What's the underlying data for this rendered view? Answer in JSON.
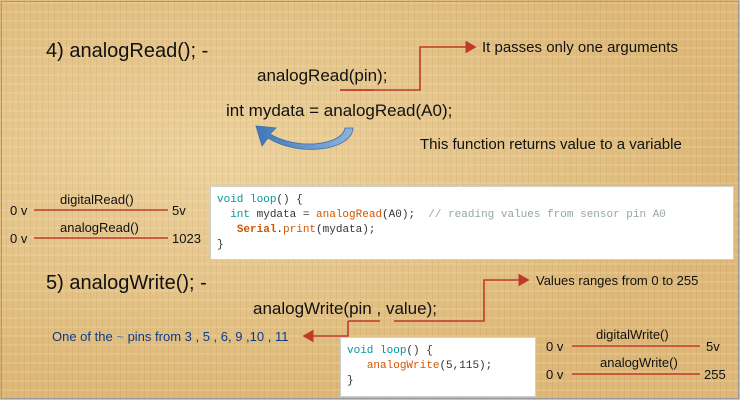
{
  "section4": {
    "title": "4) analogRead();  -",
    "syntax_fn": "analogRead(",
    "syntax_arg": "pin",
    "syntax_end": ");",
    "example": "int mydata = analogRead(A0);",
    "note_args": "It passes only one arguments",
    "note_return": "This function returns value to a variable"
  },
  "range_read": {
    "digital_label": "digitalRead()",
    "digital_min": "0 v",
    "digital_max": "5v",
    "analog_label": "analogRead()",
    "analog_min": "0 v",
    "analog_max": "1023"
  },
  "code1": {
    "line1_kw": "void",
    "line1_fn": "loop",
    "line1_rest": "() {",
    "line2_indent": "  ",
    "line2_kw": "int",
    "line2_a": " mydata = ",
    "line2_fn": "analogRead",
    "line2_b": "(A0);  ",
    "line2_comment": "// reading values from sensor pin A0",
    "line3_indent": "   ",
    "line3_cls": "Serial",
    "line3_dot": ".",
    "line3_fn": "print",
    "line3_rest": "(mydata);",
    "line4": "}"
  },
  "section5": {
    "title": "5) analogWrite();  -",
    "syntax_fn": "analogWrite(",
    "syntax_arg1": "pin",
    "syntax_sep": " , ",
    "syntax_arg2": "value",
    "syntax_end": ");",
    "note_values": "Values ranges from 0 to 255",
    "note_pins_a": "One of the",
    "note_pins_tilde": "~",
    "note_pins_b": "pins from 3 , 5 , 6, 9 ,10 , 11"
  },
  "code2": {
    "line1_kw": "void",
    "line1_fn": "loop",
    "line1_rest": "() {",
    "line2_indent": "   ",
    "line2_fn": "analogWrite",
    "line2_rest": "(5,115);",
    "line3": "}"
  },
  "range_write": {
    "digital_label": "digitalWrite()",
    "digital_min": "0 v",
    "digital_max": "5v",
    "analog_label": "analogWrite()",
    "analog_min": "0 v",
    "analog_max": "255"
  },
  "colors": {
    "line_red": "#c0392b",
    "arrow_blue": "#5b8fc9",
    "text_blue": "#0b3a8a"
  }
}
